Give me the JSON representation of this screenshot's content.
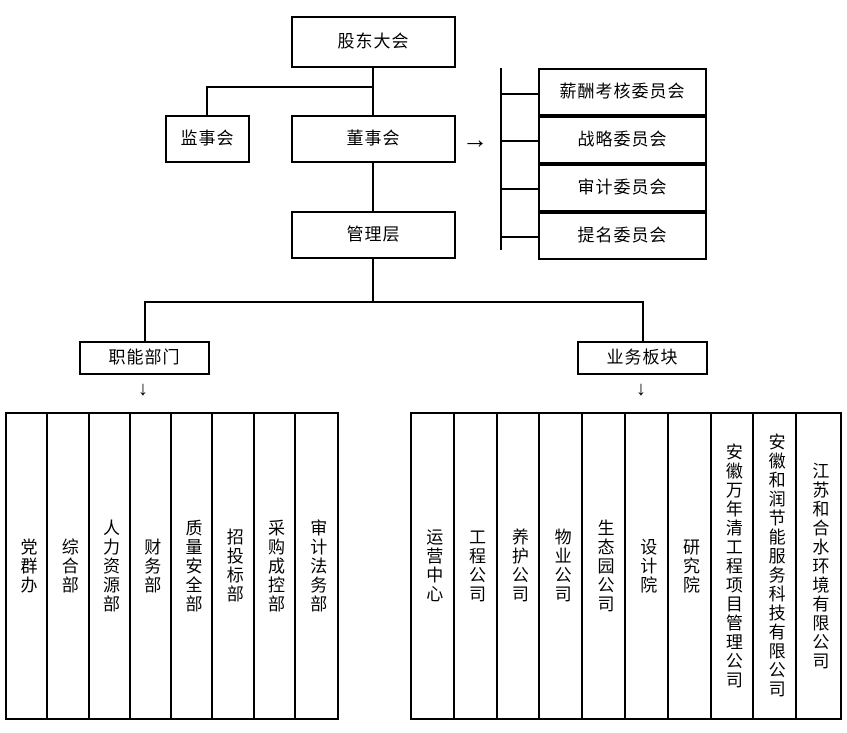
{
  "chart": {
    "title_node": "股东大会",
    "nodes": {
      "shareholders_meeting": "股东大会",
      "board_of_supervisors": "监事会",
      "board_of_directors": "董事会",
      "management": "管理层",
      "functional_departments": "职能部门",
      "business_segments": "业务板块"
    },
    "committees": [
      "薪酬考核委员会",
      "战略委员会",
      "审计委员会",
      "提名委员会"
    ],
    "functional_department_items": [
      "党群办",
      "综合部",
      "人力资源部",
      "财务部",
      "质量安全部",
      "招投标部",
      "采购成控部",
      "审计法务部"
    ],
    "business_segment_items": [
      "运营中心",
      "工程公司",
      "养护公司",
      "物业公司",
      "生态园公司",
      "设计院",
      "研究院",
      "安徽万年清工程项目管理公司",
      "安徽和润节能服务科技有限公司",
      "江苏和合水环境有限公司"
    ],
    "icons": {
      "arrow_right": "→",
      "arrow_down": "↓"
    },
    "colors": {
      "stroke": "#000000",
      "fill": "#ffffff",
      "text": "#000000"
    }
  }
}
